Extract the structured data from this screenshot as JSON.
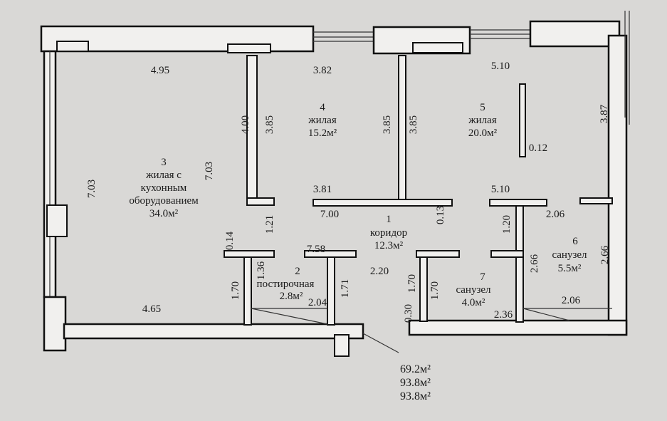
{
  "rooms": [
    {
      "number": "3",
      "lines": [
        "жилая с",
        "кухонным",
        "оборудованием"
      ],
      "area": "34.0м²"
    },
    {
      "number": "4",
      "lines": [
        "жилая"
      ],
      "area": "15.2м²"
    },
    {
      "number": "5",
      "lines": [
        "жилая"
      ],
      "area": "20.0м²"
    },
    {
      "number": "1",
      "lines": [
        "коридор"
      ],
      "area": "12.3м²"
    },
    {
      "number": "2",
      "lines": [
        "постирочная"
      ],
      "area": "2.8м²"
    },
    {
      "number": "7",
      "lines": [
        "санузел"
      ],
      "area": "4.0м²"
    },
    {
      "number": "6",
      "lines": [
        "санузел"
      ],
      "area": "5.5м²"
    }
  ],
  "dims_h": [
    "4.95",
    "3.82",
    "5.10",
    "3.81",
    "7.00",
    "5.10",
    "2.06",
    "7.58",
    "2.20",
    "4.65",
    "2.04",
    "2.36",
    "2.06",
    "0.12"
  ],
  "dims_v": [
    "4.00",
    "3.85",
    "7.03",
    "7.03",
    "3.85",
    "3.85",
    "3.87",
    "1.21",
    "0.13",
    "0.14",
    "1.36",
    "1.70",
    "1.71",
    "1.70",
    "1.70",
    "0.30",
    "1.20",
    "2.66",
    "2.66"
  ],
  "totals": [
    "69.2м²",
    "93.8м²",
    "93.8м²"
  ]
}
